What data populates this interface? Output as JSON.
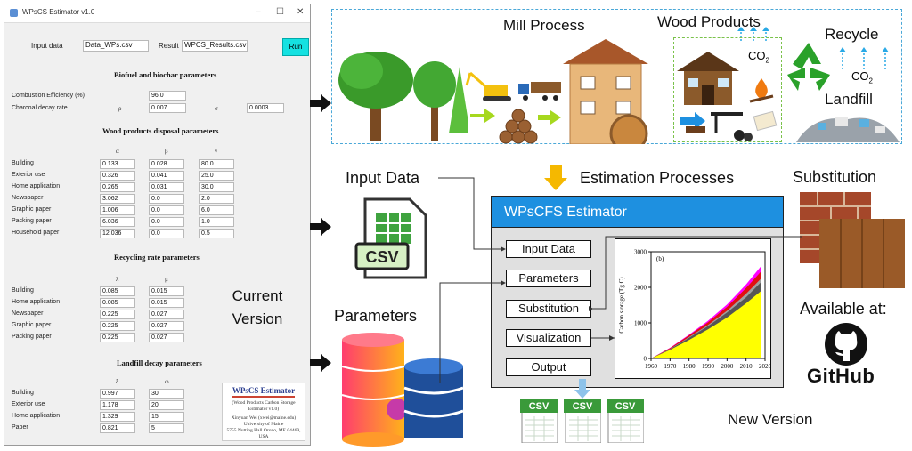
{
  "legacy": {
    "title": "WPsCS Estimator v1.0",
    "input_label": "Input data",
    "input_value": "Data_WPs.csv",
    "result_label": "Result",
    "result_value": "WPCS_Results.csv",
    "run_label": "Run",
    "biofuel": {
      "title": "Biofuel and biochar parameters",
      "combustion_label": "Combustion Efficiency (%)",
      "combustion_value": "96.0",
      "charcoal_label": "Charcoal decay rate",
      "rho": "ρ",
      "rho_value": "0.007",
      "sigma": "σ",
      "sigma_value": "0.0003"
    },
    "disposal": {
      "title": "Wood products disposal parameters",
      "headers": [
        "α",
        "β",
        "γ"
      ],
      "rows": [
        {
          "name": "Building",
          "v": [
            "0.133",
            "0.028",
            "80.0"
          ]
        },
        {
          "name": "Exterior use",
          "v": [
            "0.326",
            "0.041",
            "25.0"
          ]
        },
        {
          "name": "Home application",
          "v": [
            "0.265",
            "0.031",
            "30.0"
          ]
        },
        {
          "name": "Newspaper",
          "v": [
            "3.062",
            "0.0",
            "2.0"
          ]
        },
        {
          "name": "Graphic paper",
          "v": [
            "1.006",
            "0.0",
            "6.0"
          ]
        },
        {
          "name": "Packing paper",
          "v": [
            "6.036",
            "0.0",
            "1.0"
          ]
        },
        {
          "name": "Household paper",
          "v": [
            "12.036",
            "0.0",
            "0.5"
          ]
        }
      ]
    },
    "recycling": {
      "title": "Recycling rate parameters",
      "headers": [
        "λ",
        "μ"
      ],
      "rows": [
        {
          "name": "Building",
          "v": [
            "0.085",
            "0.015"
          ]
        },
        {
          "name": "Home application",
          "v": [
            "0.085",
            "0.015"
          ]
        },
        {
          "name": "Newspaper",
          "v": [
            "0.225",
            "0.027"
          ]
        },
        {
          "name": "Graphic paper",
          "v": [
            "0.225",
            "0.027"
          ]
        },
        {
          "name": "Packing paper",
          "v": [
            "0.225",
            "0.027"
          ]
        }
      ]
    },
    "landfill": {
      "title": "Landfill decay parameters",
      "headers": [
        "ξ",
        "ω"
      ],
      "rows": [
        {
          "name": "Building",
          "v": [
            "0.997",
            "30"
          ]
        },
        {
          "name": "Exterior use",
          "v": [
            "1.178",
            "20"
          ]
        },
        {
          "name": "Home application",
          "v": [
            "1.329",
            "15"
          ]
        },
        {
          "name": "Paper",
          "v": [
            "0.821",
            "5"
          ]
        }
      ]
    },
    "current_version": "Current Version",
    "logo": {
      "title": "WPsCS Estimator",
      "subtitle": "(Wood Products Carbon Storage Estimator v1.0)",
      "author": "Xinyuan Wei (xwei@maine.edu)",
      "org": "University of Maine",
      "address": "5755 Nutting Hall Orono, ME 04469, USA"
    }
  },
  "diagram": {
    "mill_process": "Mill Process",
    "wood_products": "Wood Products",
    "recycle": "Recycle",
    "landfill": "Landfill",
    "co2": "CO",
    "co2_sub": "2",
    "input_data": "Input Data",
    "estimation": "Estimation Processes",
    "substitution": "Substitution",
    "parameters": "Parameters",
    "available": "Available at:",
    "github": "GitHub",
    "new_version": "New Version",
    "csv": "CSV",
    "estimator": {
      "title": "WPsCFS Estimator",
      "buttons": [
        "Input Data",
        "Parameters",
        "Substitution",
        "Visualization",
        "Output"
      ]
    }
  },
  "chart_data": {
    "type": "area",
    "panel_label": "(b)",
    "ylabel": "Carbon storage (Tg C)",
    "x_ticks": [
      1960,
      1970,
      1980,
      1990,
      2000,
      2010,
      2020
    ],
    "y_ticks": [
      0,
      1000,
      2000,
      3000
    ],
    "xlim": [
      1960,
      2020
    ],
    "ylim": [
      0,
      3000
    ],
    "x": [
      1960,
      1970,
      1980,
      1990,
      2000,
      2010,
      2018
    ],
    "series": [
      {
        "values": [
          0,
          240,
          520,
          820,
          1150,
          1550,
          1900
        ],
        "color": "#ffff00"
      },
      {
        "values": [
          0,
          260,
          580,
          910,
          1290,
          1720,
          2150
        ],
        "color": "#555555"
      },
      {
        "values": [
          0,
          270,
          600,
          940,
          1340,
          1820,
          2250
        ],
        "color": "#a0a0a0"
      },
      {
        "values": [
          0,
          290,
          650,
          1020,
          1450,
          1980,
          2450
        ],
        "color": "#e01010"
      },
      {
        "values": [
          0,
          300,
          670,
          1060,
          1520,
          2080,
          2600
        ],
        "color": "#ff00ff"
      }
    ],
    "grid": false
  },
  "colors": {
    "accent_blue": "#1e90e0",
    "arrow_orange": "#f5b800",
    "run_cyan": "#15e1e1",
    "csv_green": "#3a9a3a"
  }
}
